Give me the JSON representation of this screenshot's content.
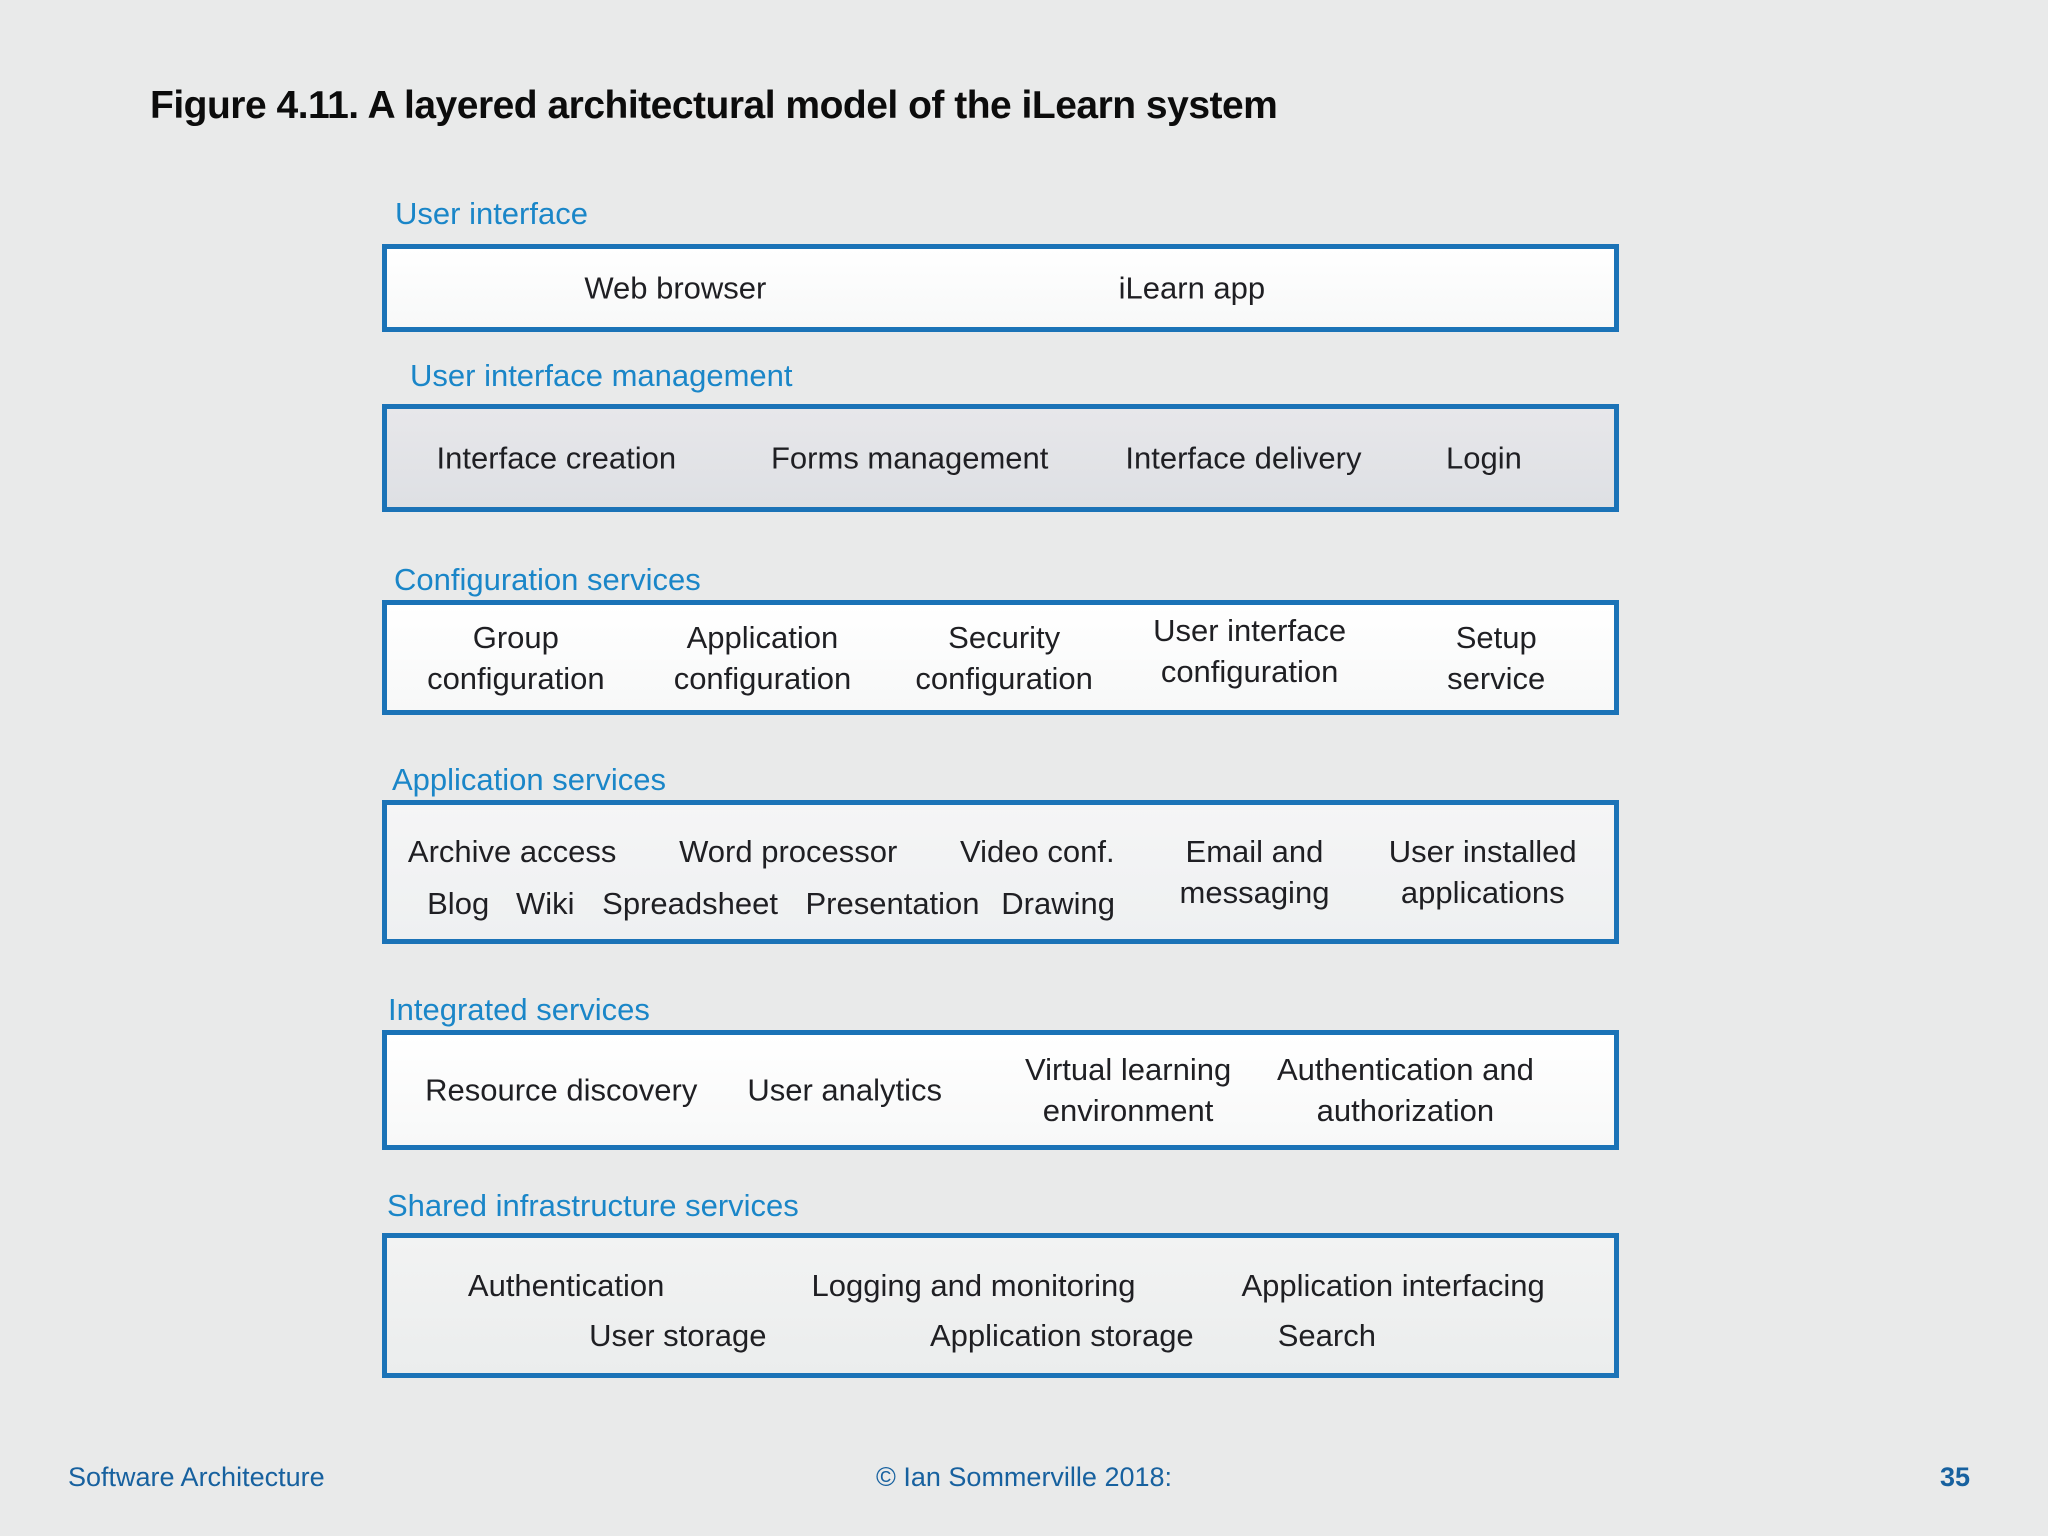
{
  "title": "Figure 4.11. A layered architectural model of the iLearn system",
  "layers": [
    {
      "label": "User interface",
      "items": [
        "Web browser",
        "iLearn app"
      ]
    },
    {
      "label": "User interface management",
      "items": [
        "Interface creation",
        "Forms management",
        "Interface delivery",
        "Login"
      ]
    },
    {
      "label": "Configuration services",
      "items": [
        "Group configuration",
        "Application configuration",
        "Security configuration",
        "User interface configuration",
        "Setup service"
      ]
    },
    {
      "label": "Application services",
      "items": [
        "Archive access",
        "Word processor",
        "Video conf.",
        "Email and messaging",
        "User installed applications",
        "Blog",
        "Wiki",
        "Spreadsheet",
        "Presentation",
        "Drawing"
      ]
    },
    {
      "label": "Integrated services",
      "items": [
        "Resource discovery",
        "User analytics",
        "Virtual learning environment",
        "Authentication and authorization"
      ]
    },
    {
      "label": "Shared infrastructure services",
      "items": [
        "Authentication",
        "Logging and monitoring",
        "Application interfacing",
        "User storage",
        "Application storage",
        "Search"
      ]
    }
  ],
  "footer": {
    "left": "Software Architecture",
    "center": "© Ian Sommerville 2018:",
    "page": "35"
  },
  "colors": {
    "background": "#e9eaea",
    "box_border": "#1b73b7",
    "layer_label_blue": "#1a86c8",
    "footer_blue": "#17619f",
    "box_text": "#1f1f23",
    "title_text": "#0c0c0c"
  }
}
